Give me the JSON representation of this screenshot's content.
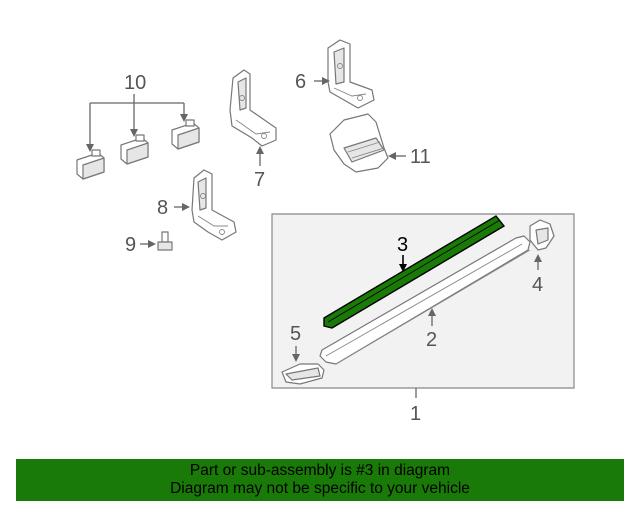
{
  "diagram": {
    "callouts": [
      "1",
      "2",
      "3",
      "4",
      "5",
      "6",
      "7",
      "8",
      "9",
      "10",
      "11"
    ],
    "highlighted_callout": "3",
    "highlight_color": "#1a7a07"
  },
  "banner": {
    "line1": "Part or sub-assembly is #3 in diagram",
    "line2": "Diagram may not be specific to your vehicle",
    "background": "#1a7a07"
  }
}
